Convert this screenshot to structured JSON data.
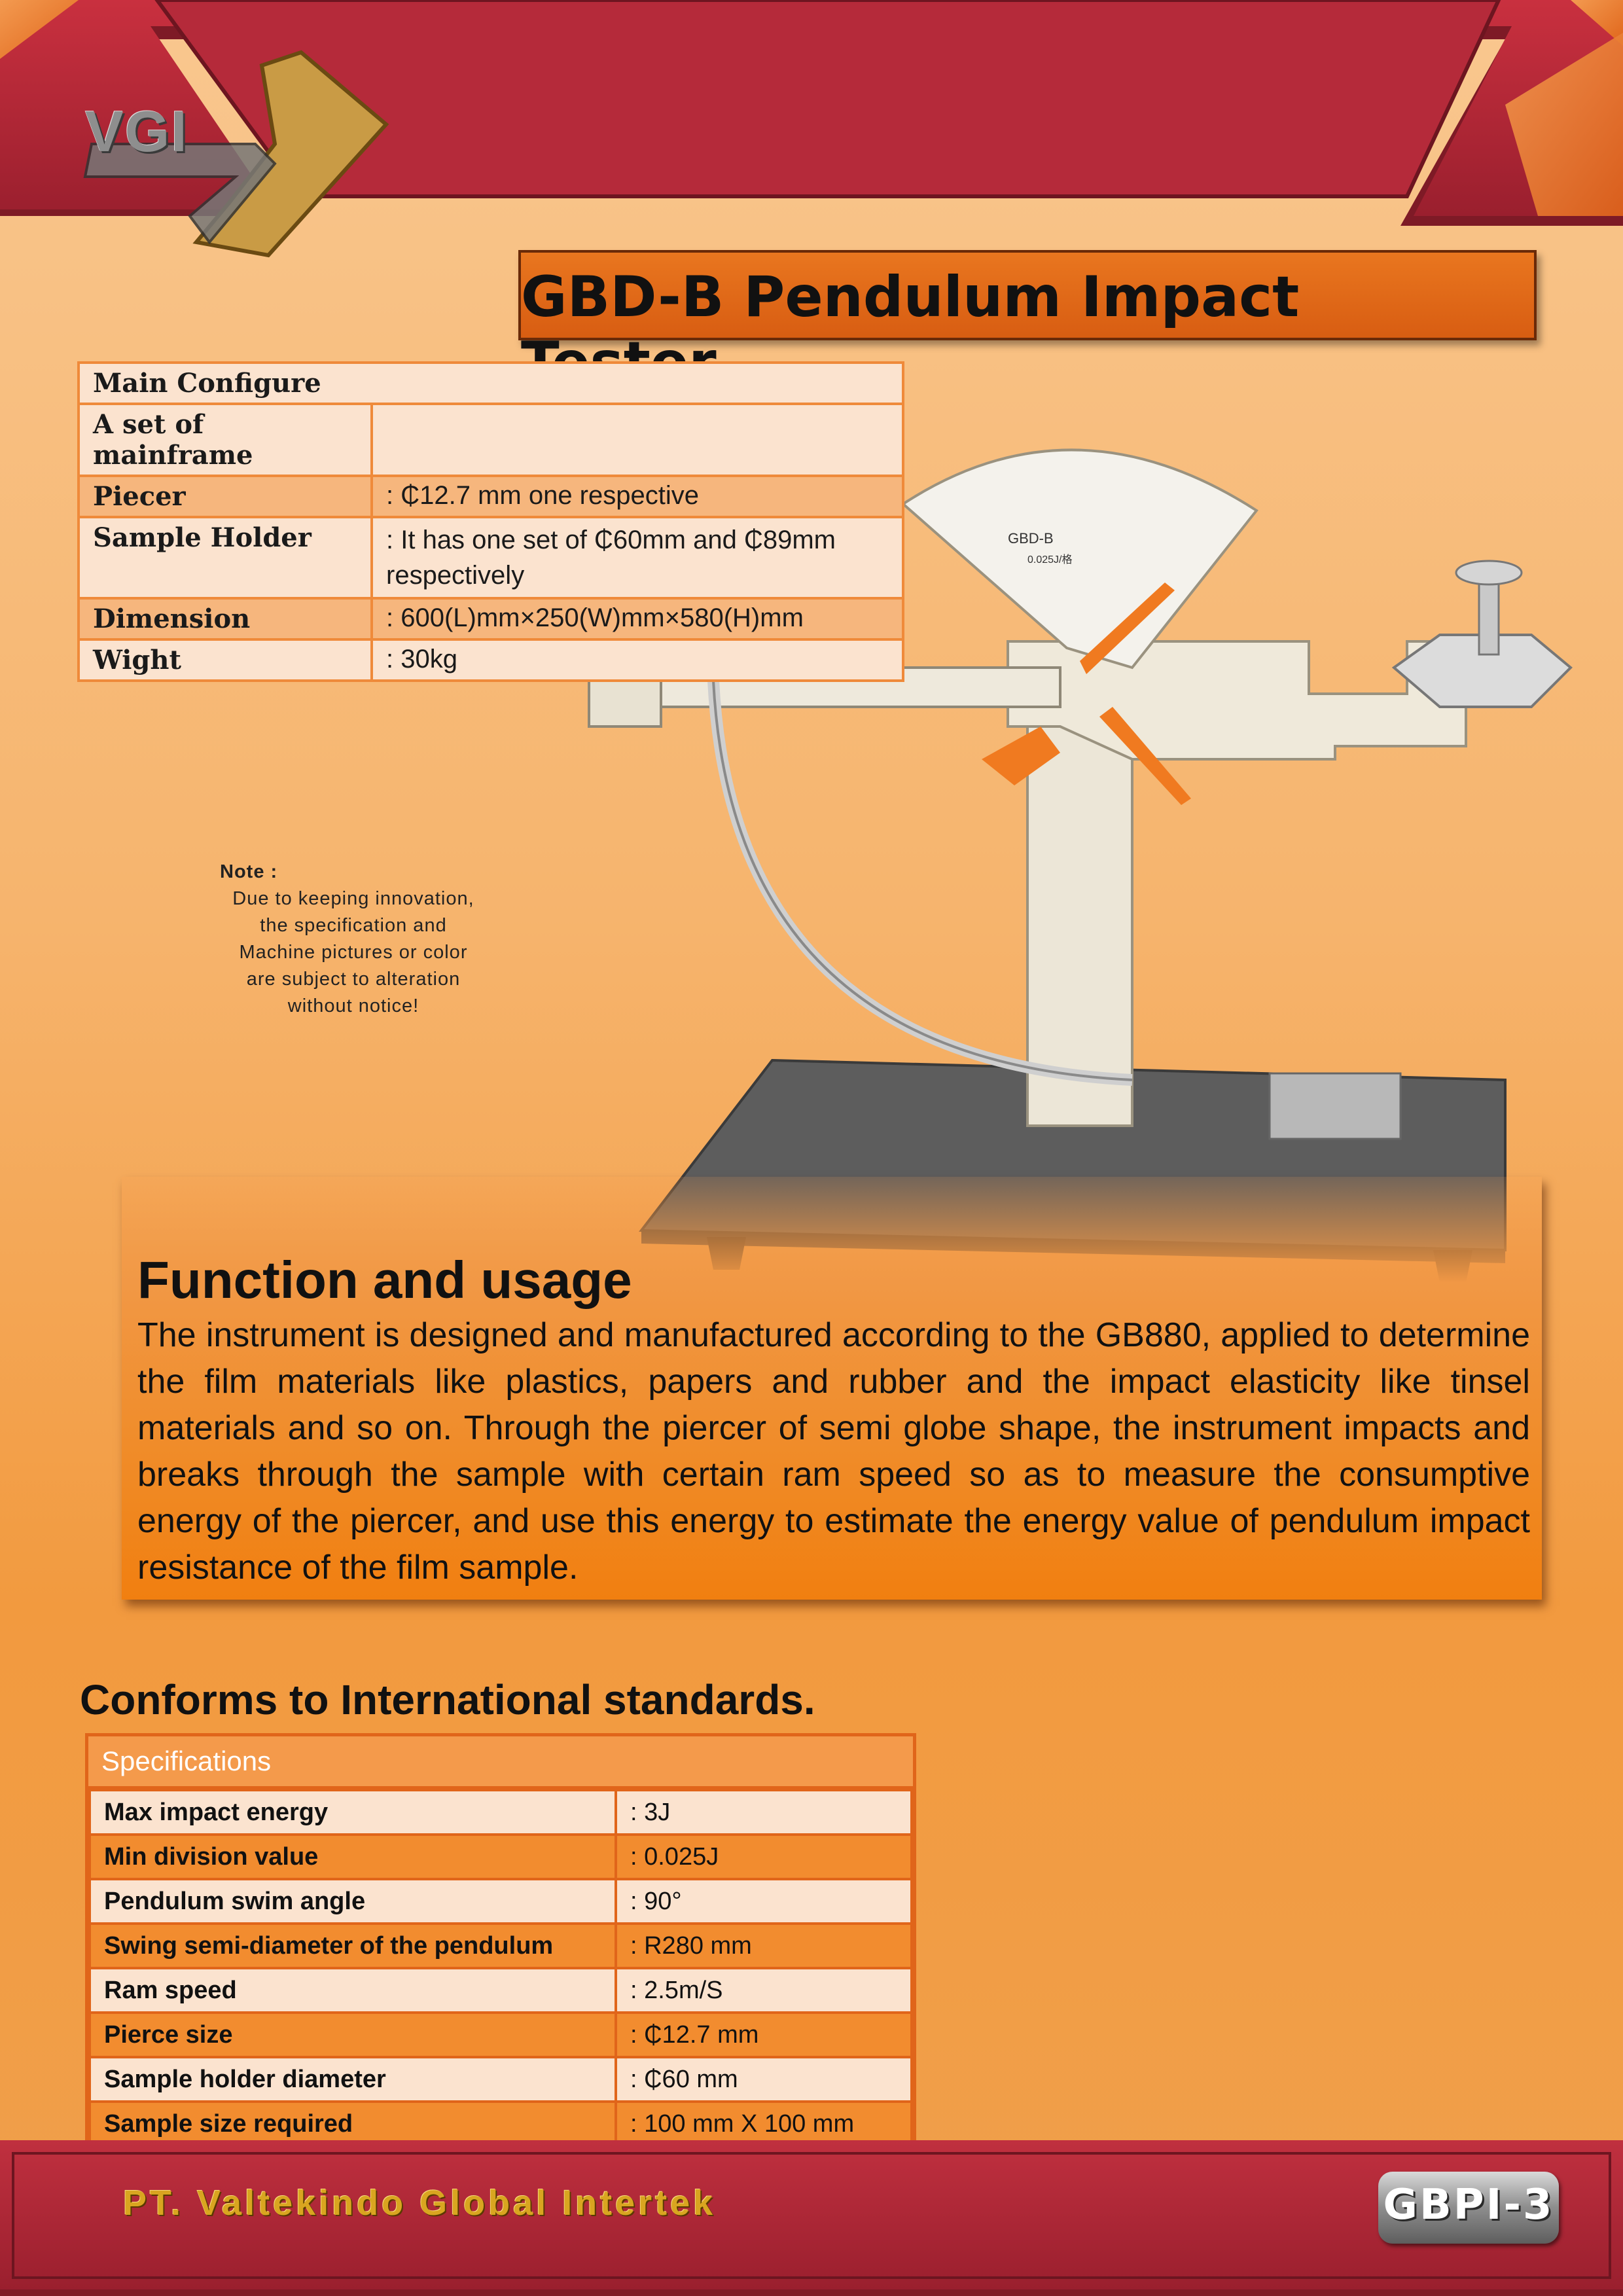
{
  "brand": {
    "logo_text": "VGI"
  },
  "title": "GBD-B Pendulum Impact Tester",
  "main_configure": {
    "heading": "Main Configure",
    "rows": [
      {
        "label": "A set of mainframe",
        "value": ""
      },
      {
        "label": "Piecer",
        "value": ": ₵12.7 mm one respective"
      },
      {
        "label": "Sample Holder",
        "value": ": It has one set of ₵60mm and ₵89mm respectively"
      },
      {
        "label": "Dimension",
        "value": ": 600(L)mm×250(W)mm×580(H)mm"
      },
      {
        "label": "Wight",
        "value": ": 30kg"
      }
    ]
  },
  "note": {
    "title": "Note :",
    "lines": [
      "Due to keeping innovation,",
      "the specification and",
      "Machine pictures or color",
      "are subject to alteration",
      "without notice!"
    ]
  },
  "function": {
    "title": "Function and usage",
    "text": "The instrument is designed and manufactured according to the GB880, applied to determine the film materials like plastics, papers and rubber and the impact elasticity like tinsel materials and so on. Through the piercer of semi globe shape, the instrument impacts and breaks through the sample with certain ram speed so as to measure the consumptive energy of the piercer, and use this energy to estimate the energy value of pendulum impact resistance of the film sample."
  },
  "conforms": "Conforms to International standards.",
  "specifications": {
    "heading": "Specifications",
    "rows": [
      {
        "label": "Max impact energy",
        "value": ": 3J"
      },
      {
        "label": "Min division value",
        "value": ": 0.025J"
      },
      {
        "label": "Pendulum swim angle",
        "value": ": 90°"
      },
      {
        "label": "Swing semi-diameter of the pendulum",
        "value": ": R280 mm"
      },
      {
        "label": "Ram speed",
        "value": ": 2.5m/S"
      },
      {
        "label": "Pierce size",
        "value": ": ₵12.7 mm"
      },
      {
        "label": "Sample holder diameter",
        "value": ": ₵60 mm"
      },
      {
        "label": "Sample size required",
        "value": ": 100 mm X 100 mm"
      }
    ]
  },
  "machine_label": {
    "model": "GBD-B",
    "range": "0.025J/格"
  },
  "footer": {
    "company": "PT. Valtekindo Global Intertek",
    "code": "GBPI-3"
  },
  "colors": {
    "header_red": "#b0283a",
    "accent_orange": "#e36a1a",
    "gold": "#d9a520"
  }
}
